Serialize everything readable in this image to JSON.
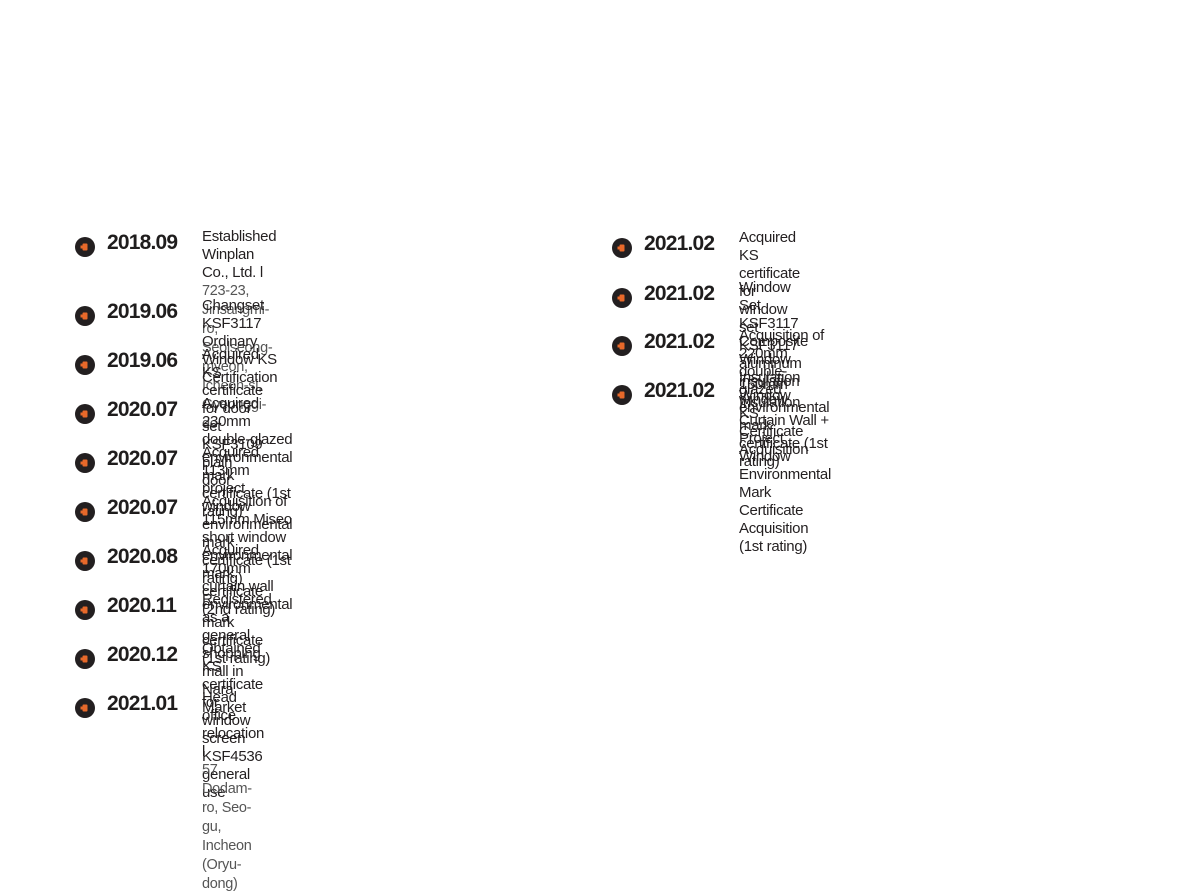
{
  "colors": {
    "text": "#231f20",
    "subtext": "#555555",
    "bullet_bg": "#231f20",
    "bullet_accent": "#e8692a"
  },
  "bullet_icon": "orange-marker-icon",
  "history": {
    "left": [
      {
        "year": "2018.09",
        "lines": [
          "Established Winplan Co., Ltd.  l"
        ],
        "sub": [
          "723-23, Jinsangmi-ro, Seolseong-myeon, Icheon-si,",
          "Gyeonggi-do"
        ]
      },
      {
        "year": "2019.06",
        "lines": [
          "Changset KSF3117 Ordinary Window KS Certification"
        ],
        "sub": []
      },
      {
        "year": "2019.06",
        "lines": [
          "Acquired KS certificate for door set KSF3109 plain door"
        ],
        "sub": []
      },
      {
        "year": "2020.07",
        "lines": [
          "Acquired 230mm double-glazed environmental mark",
          "certificate (1st rating)"
        ],
        "sub": []
      },
      {
        "year": "2020.07",
        "lines": [
          "Acquired 113mm project window environmental mark",
          "certificate (1st rating)"
        ],
        "sub": []
      },
      {
        "year": "2020.07",
        "lines": [
          "Acquisition of 115mm Miseo short window environmental",
          "mark certificate (2nd rating)"
        ],
        "sub": []
      },
      {
        "year": "2020.08",
        "lines": [
          "Acquired 170mm curtain wall environmental mark certificate",
          "(1st rating)"
        ],
        "sub": []
      },
      {
        "year": "2020.11",
        "lines": [
          "Registered as a general shopping mall in Nara Market"
        ],
        "sub": []
      },
      {
        "year": "2020.12",
        "lines": [
          "Obtained KS certificate for window screen KSF4536 general use"
        ],
        "sub": []
      },
      {
        "year": "2021.01",
        "lines": [
          "Head office relocation  l"
        ],
        "sub": [
          "57, Dodam-ro, Seo-gu, Incheon (Oryu-dong)"
        ]
      }
    ],
    "right": [
      {
        "year": "2021.02",
        "lines": [
          "Acquired KS certificate for window set KSF3117",
          "aluminum  insulation window"
        ],
        "sub": []
      },
      {
        "year": "2021.02",
        "lines": [
          "Window Set KSF3117 Composite Window Insulation",
          "Window KS Certificate Acquisition"
        ],
        "sub": []
      },
      {
        "year": "2021.02",
        "lines": [
          "Acquisition of 220mm double-glazed environmental",
          "mark certificate (1st rating)"
        ],
        "sub": []
      },
      {
        "year": "2021.02",
        "lines": [
          "150mm Insulation Curtain Wall + Project Window",
          "Environmental  Mark Certificate Acquisition (1st rating)"
        ],
        "sub": []
      }
    ]
  }
}
